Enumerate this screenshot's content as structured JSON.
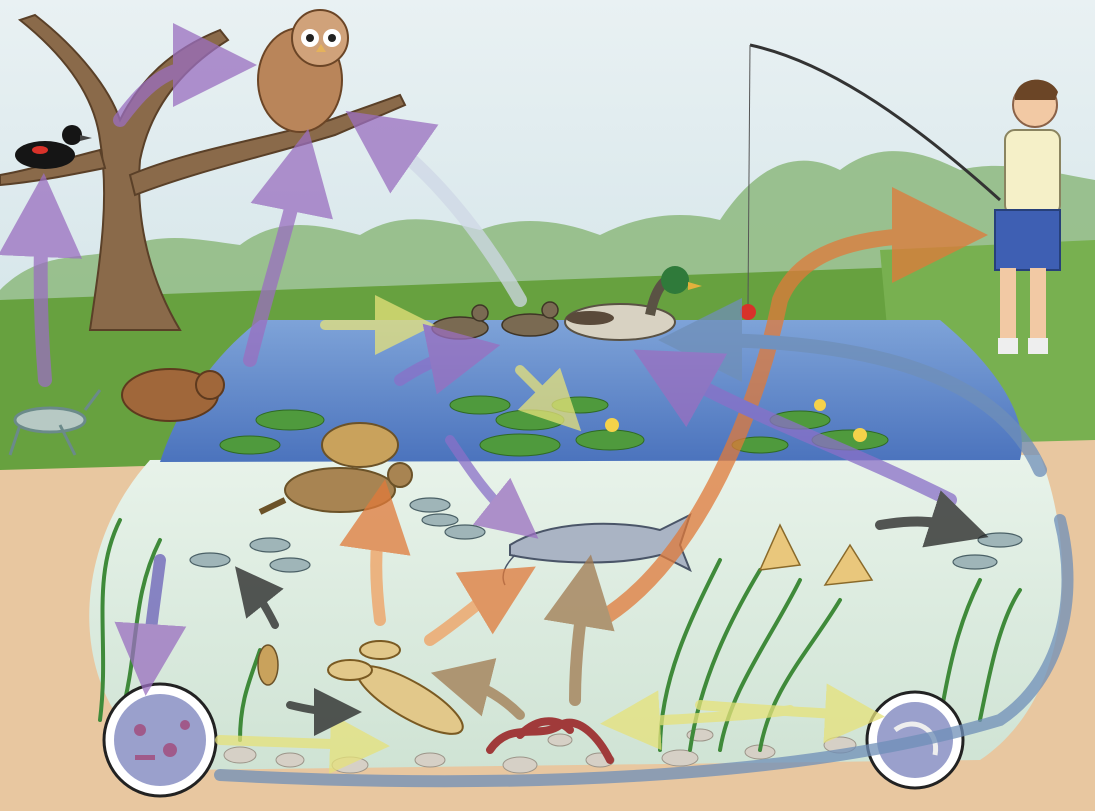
{
  "diagram": {
    "type": "pond food web illustration",
    "labels": [],
    "organisms": [
      {
        "id": "red-winged-blackbird",
        "zone": "tree"
      },
      {
        "id": "owl",
        "zone": "tree"
      },
      {
        "id": "fisherman-boy",
        "zone": "shore"
      },
      {
        "id": "grasshopper",
        "zone": "shore"
      },
      {
        "id": "muskrat",
        "zone": "shore"
      },
      {
        "id": "ducklings",
        "zone": "surface"
      },
      {
        "id": "mallard-duck",
        "zone": "surface"
      },
      {
        "id": "snapping-turtle",
        "zone": "surface"
      },
      {
        "id": "lily-pads",
        "zone": "surface"
      },
      {
        "id": "catfish",
        "zone": "underwater"
      },
      {
        "id": "small-fish-school",
        "zone": "underwater"
      },
      {
        "id": "snails",
        "zone": "underwater"
      },
      {
        "id": "crayfish",
        "zone": "bottom"
      },
      {
        "id": "worms",
        "zone": "bottom"
      },
      {
        "id": "caddisfly-larva",
        "zone": "bottom"
      },
      {
        "id": "microorganisms-inset",
        "zone": "bottom"
      },
      {
        "id": "shrimp-inset",
        "zone": "bottom"
      }
    ],
    "colors": {
      "sky": "#dde9ee",
      "trees_far": "#7fae72",
      "grass": "#5f9c3a",
      "pond_surface": "#5d86c9",
      "underwater": "#dfeede",
      "soil": "#e8c7a0",
      "pebbles": "#cfcac0",
      "arrow_purple": "#9a6fc0",
      "arrow_orange": "#e07a3a",
      "arrow_yellow": "#e6e27a",
      "arrow_blue": "#6f8fb8",
      "arrow_black": "#222222",
      "arrow_brown": "#a07a50"
    }
  }
}
